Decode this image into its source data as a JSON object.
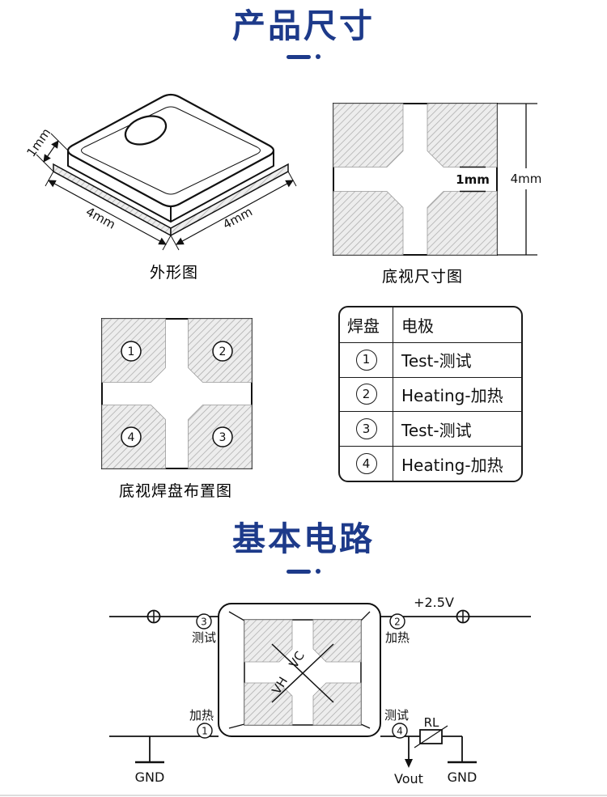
{
  "titles": {
    "dimensions": "产品尺寸",
    "circuit": "基本电路"
  },
  "figures": {
    "outline": {
      "caption": "外形图",
      "height_label": "1mm",
      "left_label": "4mm",
      "right_label": "4mm"
    },
    "bottom_view": {
      "caption": "底视尺寸图",
      "channel_label": "1mm",
      "side_label": "4mm"
    },
    "pad_layout": {
      "caption": "底视焊盘布置图",
      "pin_tl": "1",
      "pin_tr": "2",
      "pin_br": "3",
      "pin_bl": "4"
    }
  },
  "electrode_table": {
    "header_pad": "焊盘",
    "header_electrode": "电极",
    "rows": [
      {
        "num": "1",
        "label": "Test-测试"
      },
      {
        "num": "2",
        "label": "Heating-加热"
      },
      {
        "num": "3",
        "label": "Test-测试"
      },
      {
        "num": "4",
        "label": "Heating-加热"
      }
    ]
  },
  "circuit": {
    "supply": "+2.5V",
    "top_left": {
      "num": "3",
      "label": "测试"
    },
    "top_right": {
      "num": "2",
      "label": "加热"
    },
    "bottom_left": {
      "num": "1",
      "label": "加热"
    },
    "bottom_right": {
      "num": "4",
      "label": "测试"
    },
    "vc": "VC",
    "vh": "VH",
    "rl": "RL",
    "vout": "Vout",
    "gnd": "GND"
  }
}
